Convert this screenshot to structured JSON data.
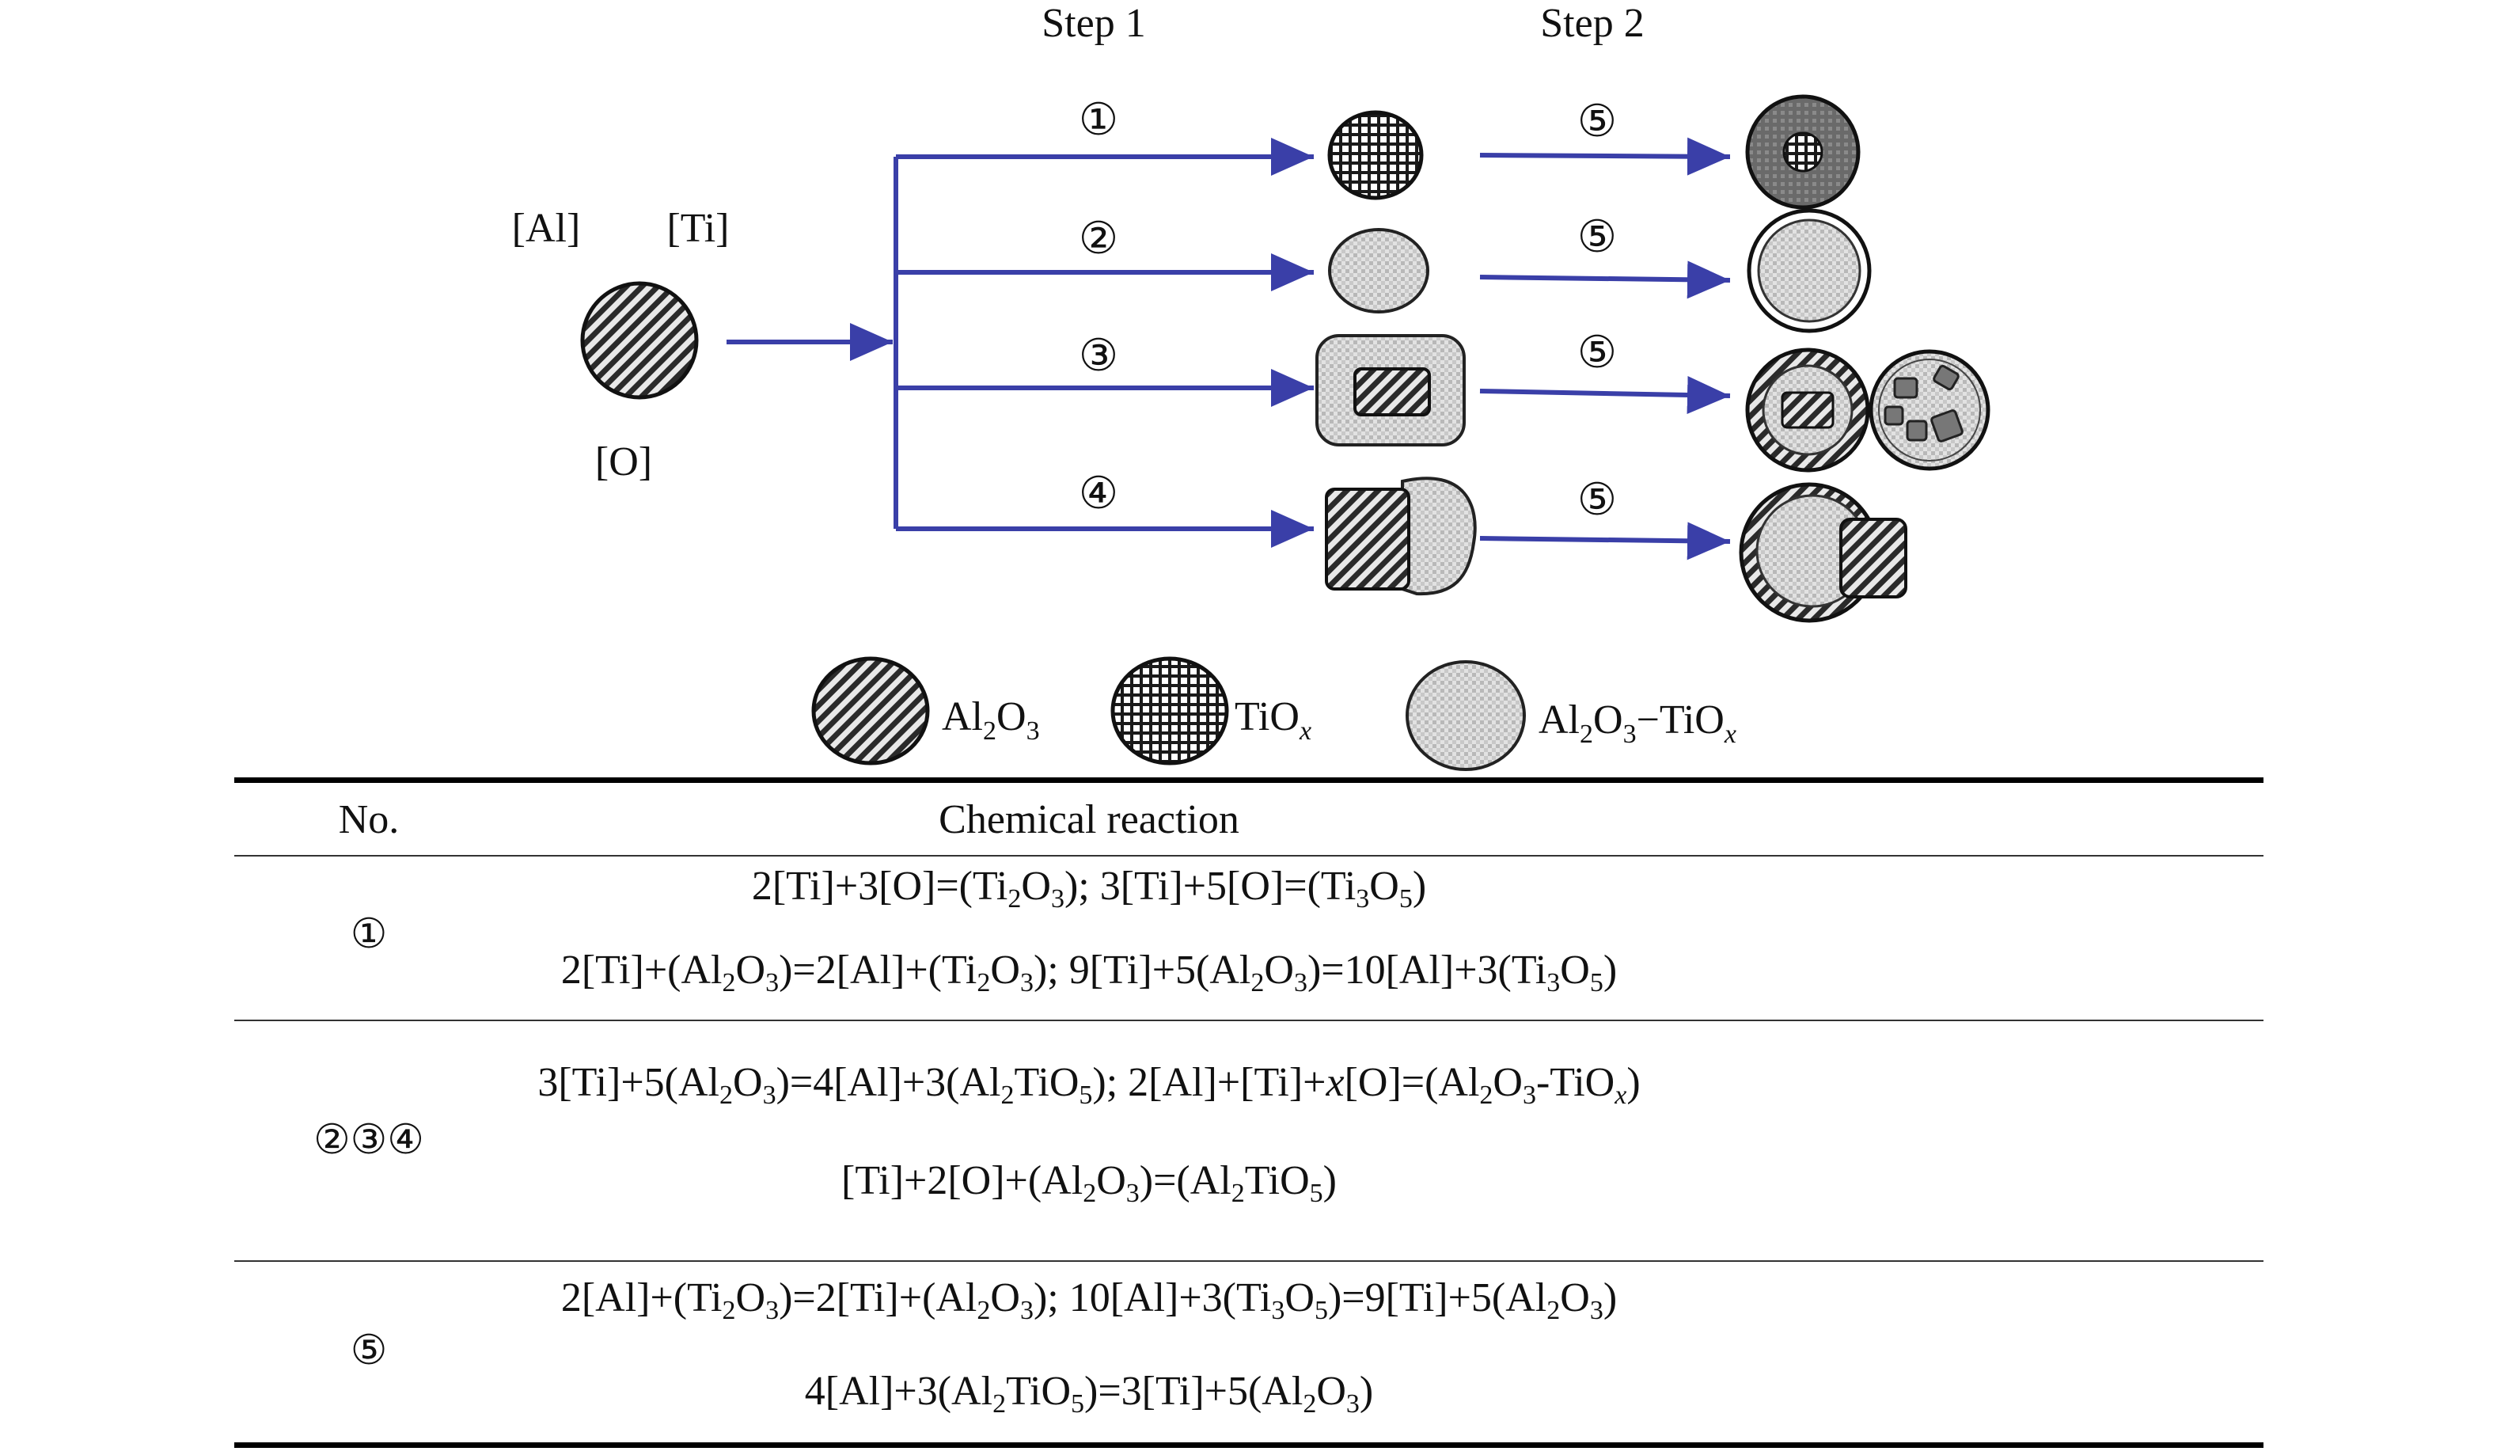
{
  "steps": {
    "step1": "Step 1",
    "step2": "Step 2"
  },
  "elements": {
    "al": "[Al]",
    "ti": "[Ti]",
    "o": "[O]"
  },
  "routes": {
    "r1": "①",
    "r2": "②",
    "r3": "③",
    "r4": "④",
    "s2a": "⑤",
    "s2b": "⑤",
    "s2c": "⑤",
    "s2d": "⑤"
  },
  "legend": [
    {
      "name": "Al2O3",
      "base": "Al",
      "sub1": "2",
      "mid": "O",
      "sub2": "3"
    },
    {
      "name": "TiOx",
      "base": "TiO",
      "subx": "x"
    },
    {
      "name": "Al2O3-TiOx",
      "base": "Al",
      "sub1": "2",
      "mid": "O",
      "sub2": "3",
      "tail": "−TiO",
      "subx": "x"
    }
  ],
  "colors": {
    "arrow": "#3a3fa8",
    "rule": "#000000"
  },
  "table": {
    "headers": {
      "no": "No.",
      "reaction": "Chemical reaction"
    },
    "rows": [
      {
        "no": "①",
        "reactions": [
          "2[Ti]+3[O]=(Ti2O3); 3[Ti]+5[O]=(Ti3O5)",
          "2[Ti]+(Al2O3)=2[Al]+(Ti2O3); 9[Ti]+5(Al2O3)=10[Al]+3(Ti3O5)"
        ]
      },
      {
        "no": "②③④",
        "reactions": [
          "3[Ti]+5(Al2O3)=4[Al]+3(Al2TiO5); 2[Al]+[Ti]+x[O]=(Al2O3-TiOx)",
          "[Ti]+2[O]+(Al2O3)=(Al2TiO5)"
        ]
      },
      {
        "no": "⑤",
        "reactions": [
          "2[Al]+(Ti2O3)=2[Ti]+(Al2O3); 10[Al]+3(Ti3O5)=9[Ti]+5(Al2O3)",
          "4[Al]+3(Al2TiO5)=3[Ti]+5(Al2O3)"
        ]
      }
    ]
  }
}
